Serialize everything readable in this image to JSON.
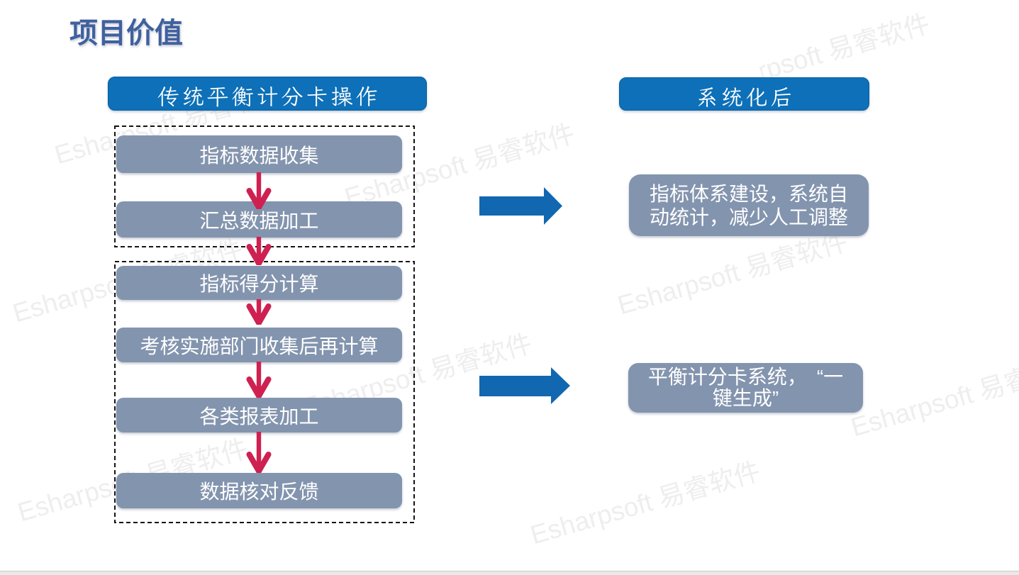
{
  "title": "项目价值",
  "watermark": {
    "text": "Esharpsoft 易睿软件"
  },
  "left": {
    "header": "传统平衡计分卡操作",
    "phase1": [
      "指标数据收集",
      "汇总数据加工"
    ],
    "phase2": [
      "指标得分计算",
      "考核实施部门收集后再计算",
      "各类报表加工",
      "数据核对反馈"
    ]
  },
  "right": {
    "header": "系统化后",
    "outcome1": [
      "指标体系建设，系统自",
      "动统计，减少人工调整"
    ],
    "outcome2": [
      "平衡计分卡系统，　“一",
      "键生成”"
    ]
  },
  "colors": {
    "title_blue": "#40609e",
    "header_blue": "#0d70b8",
    "box_gray": "#8394ae",
    "arrow_red": "#ce2151",
    "arrow_blue": "#1167b0"
  }
}
